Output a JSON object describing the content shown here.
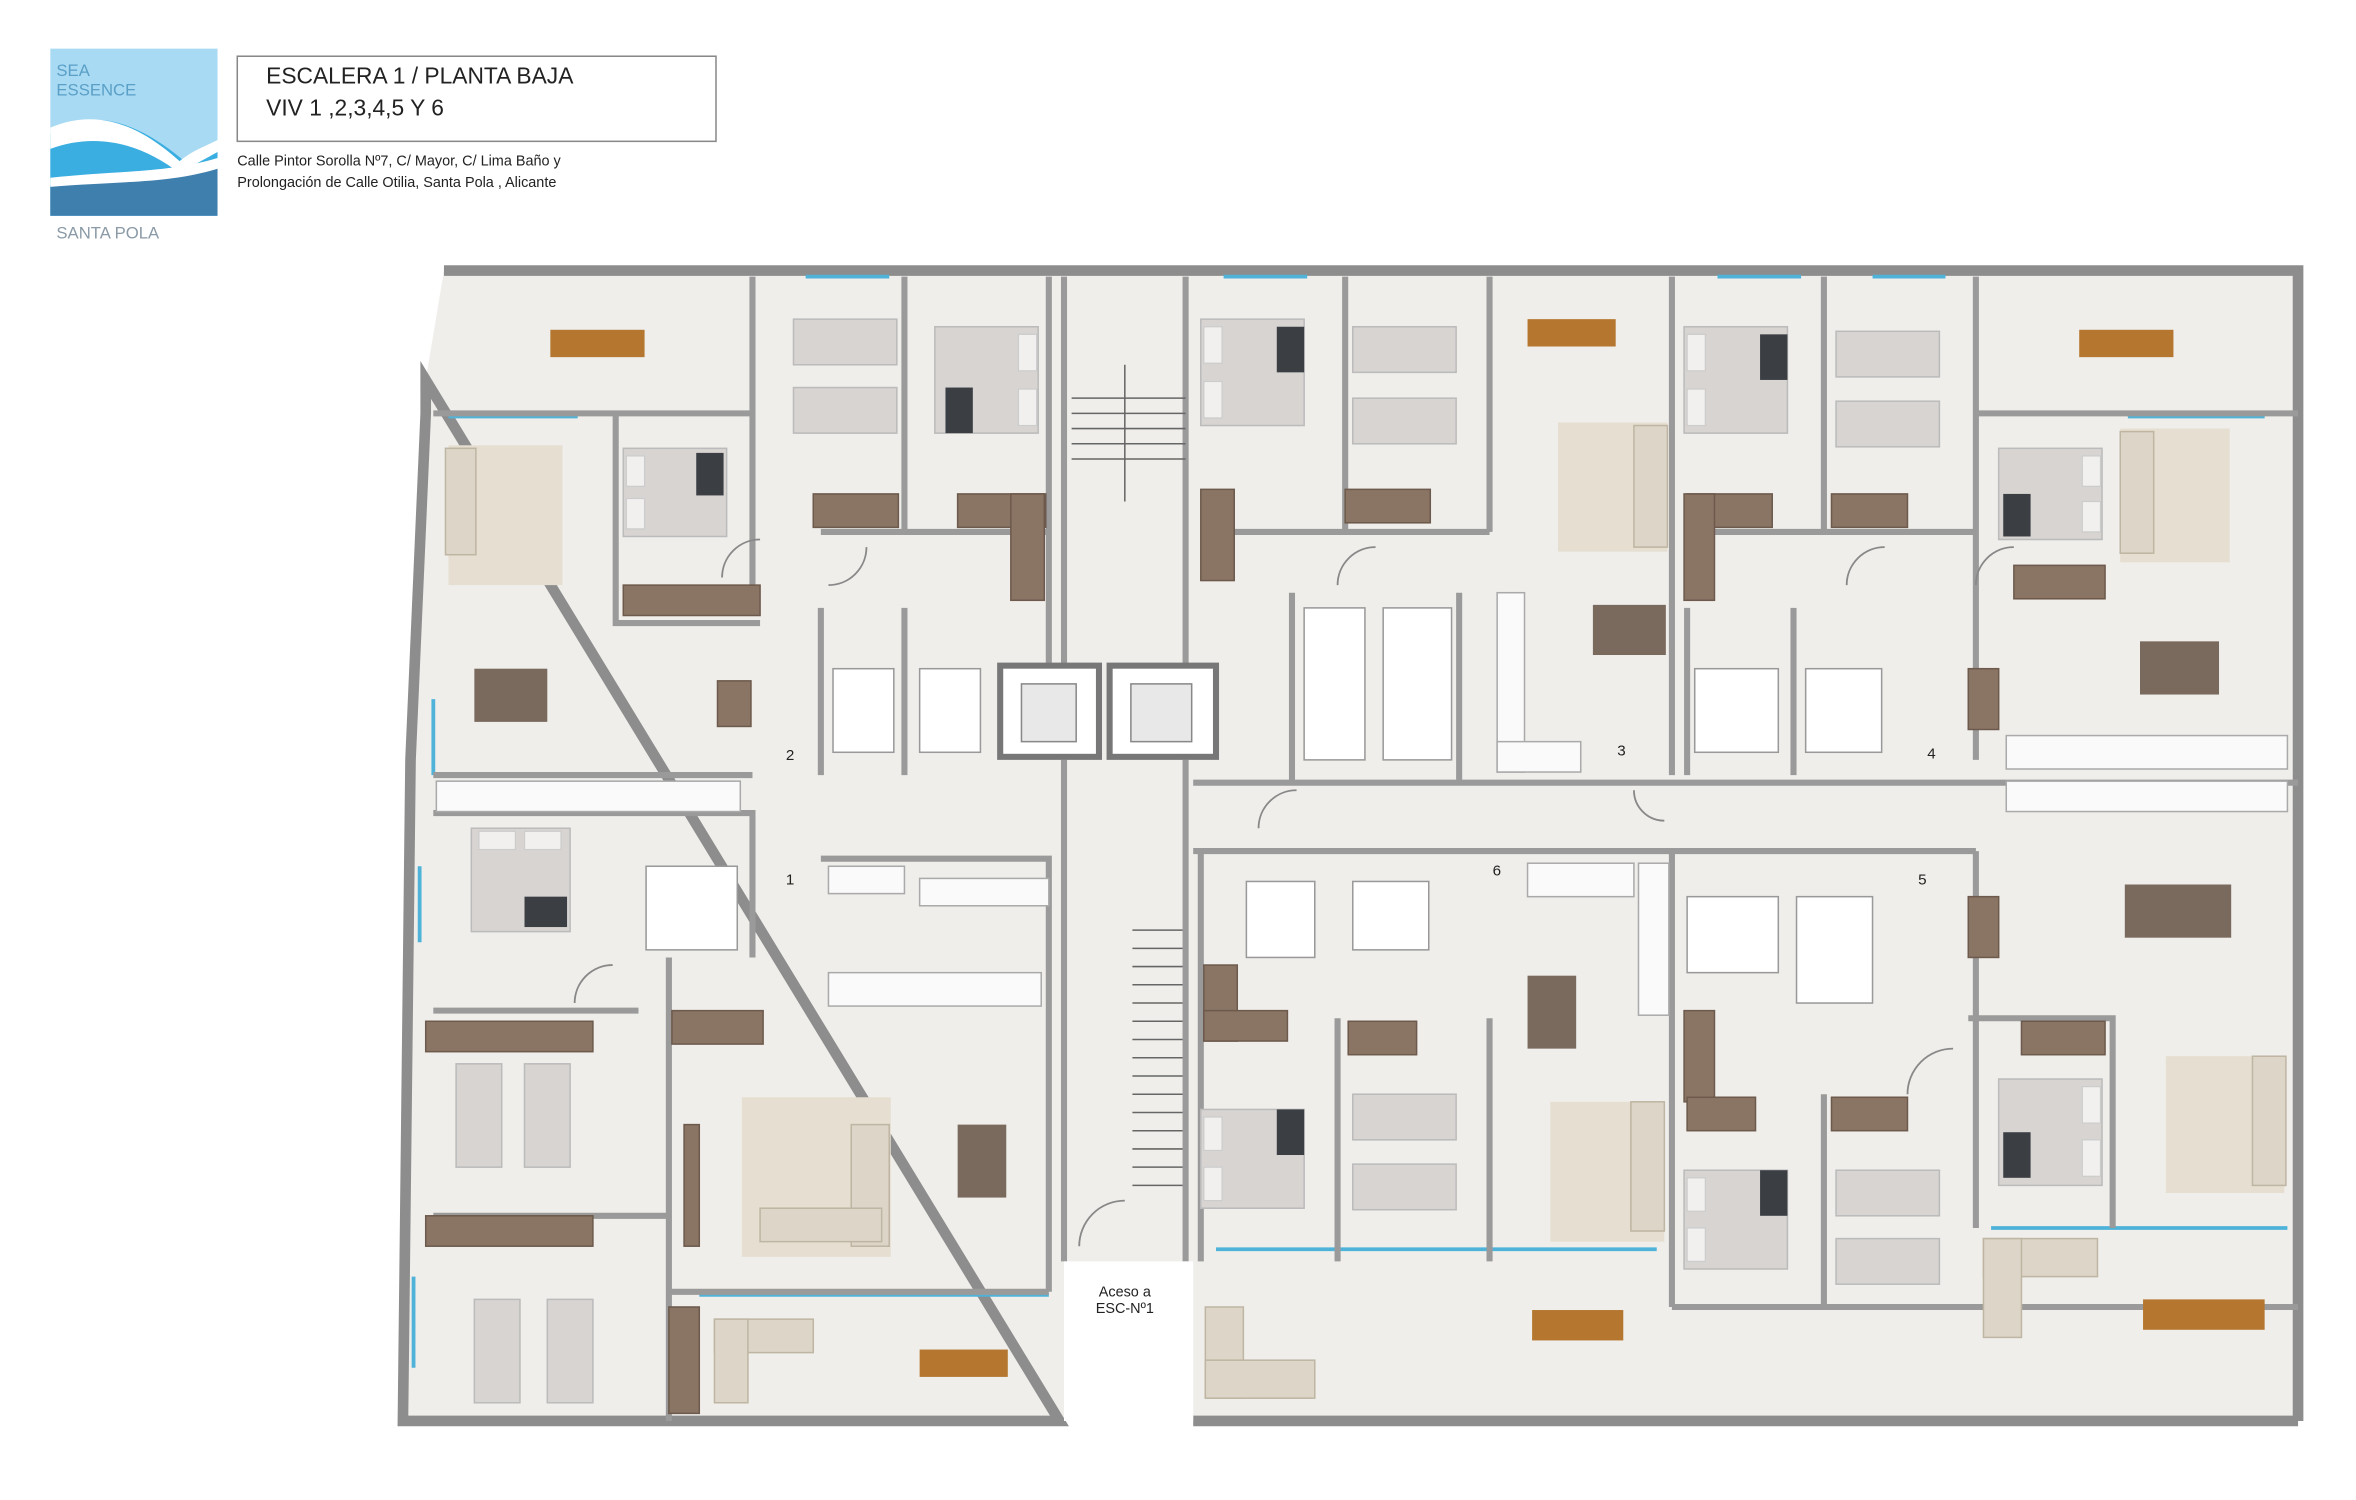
{
  "logo": {
    "line1": "SEA",
    "line2": "ESSENCE",
    "place": "SANTA POLA",
    "colors": {
      "light": "#a8daf3",
      "mid": "#3aaee0",
      "dark": "#3f7fae"
    }
  },
  "title": {
    "line1": "ESCALERA 1 / PLANTA BAJA",
    "line2": "VIV 1 ,2,3,4,5 Y 6"
  },
  "address": {
    "line1": "Calle Pintor Sorolla Nº7, C/ Mayor, C/ Lima Baño y",
    "line2": "Prolongación de Calle Otilia, Santa Pola , Alicante"
  },
  "plan": {
    "units": [
      "1",
      "2",
      "3",
      "4",
      "5",
      "6"
    ],
    "access": {
      "line1": "Aceso a",
      "line2": "ESC-Nº1"
    }
  }
}
